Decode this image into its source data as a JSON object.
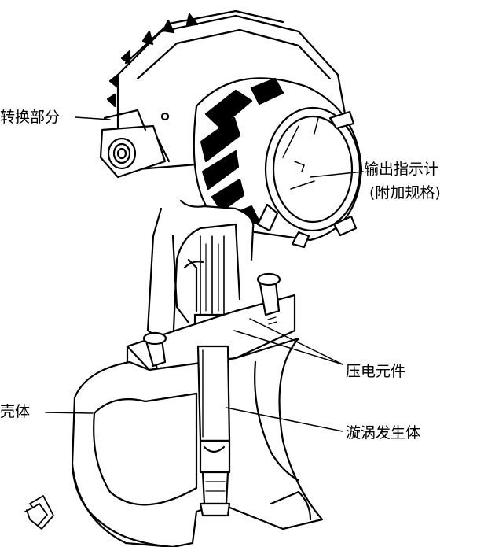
{
  "labels": {
    "converter": "转换部分",
    "indicator_line1": "输出指示计",
    "indicator_line2": "(附加规格)",
    "piezo": "压电元件",
    "housing": "壳体",
    "vortex_generator": "漩涡发生体"
  },
  "colors": {
    "ink": "#000000",
    "paper": "#ffffff"
  },
  "icons": {
    "flow_direction": "flow-direction-arrow-icon"
  }
}
